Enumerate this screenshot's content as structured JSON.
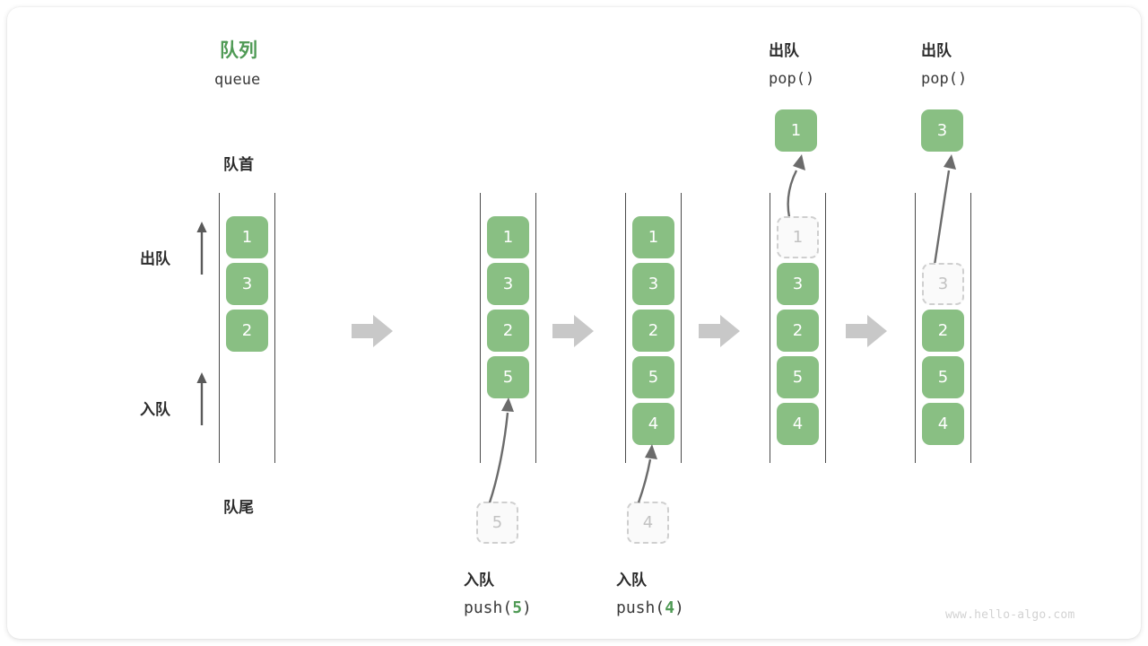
{
  "figure": {
    "title_cn": "队列",
    "title_en": "queue",
    "front_label": "队首",
    "rear_label": "队尾",
    "dequeue_label": "出队",
    "enqueue_label": "入队",
    "watermark": "www.hello-algo.com",
    "accent_green": "#89bf83",
    "title_green": "#4f9a55",
    "ghost_gray": "#c2c2c2",
    "arrow_gray": "#c8c8c8"
  },
  "steps": [
    {
      "id": "initial",
      "header_cn": "",
      "header_code": "",
      "cells": [
        {
          "value": "1",
          "state": "filled"
        },
        {
          "value": "3",
          "state": "filled"
        },
        {
          "value": "2",
          "state": "filled"
        }
      ],
      "caption_cn": "",
      "caption_code": "",
      "incoming": null,
      "outgoing": null
    },
    {
      "id": "push-5",
      "header_cn": "",
      "header_code": "",
      "cells": [
        {
          "value": "1",
          "state": "filled"
        },
        {
          "value": "3",
          "state": "filled"
        },
        {
          "value": "2",
          "state": "filled"
        },
        {
          "value": "5",
          "state": "filled"
        }
      ],
      "caption_cn": "入队",
      "caption_code_prefix": "push(",
      "caption_code_value": "5",
      "caption_code_suffix": ")",
      "incoming": {
        "value": "5"
      },
      "outgoing": null
    },
    {
      "id": "push-4",
      "header_cn": "",
      "header_code": "",
      "cells": [
        {
          "value": "1",
          "state": "filled"
        },
        {
          "value": "3",
          "state": "filled"
        },
        {
          "value": "2",
          "state": "filled"
        },
        {
          "value": "5",
          "state": "filled"
        },
        {
          "value": "4",
          "state": "filled"
        }
      ],
      "caption_cn": "入队",
      "caption_code_prefix": "push(",
      "caption_code_value": "4",
      "caption_code_suffix": ")",
      "incoming": {
        "value": "4"
      },
      "outgoing": null
    },
    {
      "id": "pop-1",
      "header_cn": "出队",
      "header_code": "pop()",
      "cells": [
        {
          "value": "1",
          "state": "ghost"
        },
        {
          "value": "3",
          "state": "filled"
        },
        {
          "value": "2",
          "state": "filled"
        },
        {
          "value": "5",
          "state": "filled"
        },
        {
          "value": "4",
          "state": "filled"
        }
      ],
      "caption_cn": "",
      "caption_code": "",
      "incoming": null,
      "outgoing": {
        "value": "1"
      }
    },
    {
      "id": "pop-3",
      "header_cn": "出队",
      "header_code": "pop()",
      "cells": [
        {
          "value": "",
          "state": "empty"
        },
        {
          "value": "3",
          "state": "ghost"
        },
        {
          "value": "2",
          "state": "filled"
        },
        {
          "value": "5",
          "state": "filled"
        },
        {
          "value": "4",
          "state": "filled"
        }
      ],
      "caption_cn": "",
      "caption_code": "",
      "incoming": null,
      "outgoing": {
        "value": "3"
      }
    }
  ]
}
